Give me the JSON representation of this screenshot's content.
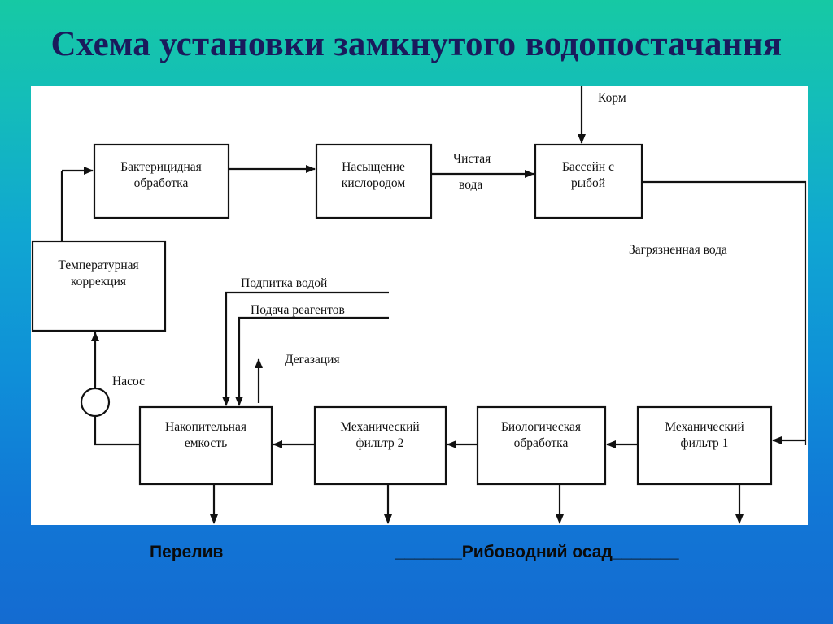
{
  "title": "Схема установки замкнутого водопостачання",
  "boxes": {
    "bactericidal": [
      "Бактерицидная",
      "обработка"
    ],
    "oxygen": [
      "Насыщение",
      "кислородом"
    ],
    "fish_pool": [
      "Бассейн с",
      "рыбой"
    ],
    "temperature": [
      "Температурная",
      "коррекция"
    ],
    "storage": [
      "Накопительная",
      "емкость"
    ],
    "mech_filter_2": [
      "Механический",
      "фильтр 2"
    ],
    "bio": [
      "Биологическая",
      "обработка"
    ],
    "mech_filter_1": [
      "Механический",
      "фильтр 1"
    ]
  },
  "labels": {
    "feed": "Корм",
    "clean_water": [
      "Чистая",
      "вода"
    ],
    "dirty_water": "Загрязненная вода",
    "water_makeup": "Подпитка водой",
    "reagent_feed": "Подача реагентов",
    "degassing": "Дегазация",
    "pump": "Насос"
  },
  "bottom": {
    "overflow": "Перелив",
    "sediment": "_______Рибоводний осад_______"
  }
}
